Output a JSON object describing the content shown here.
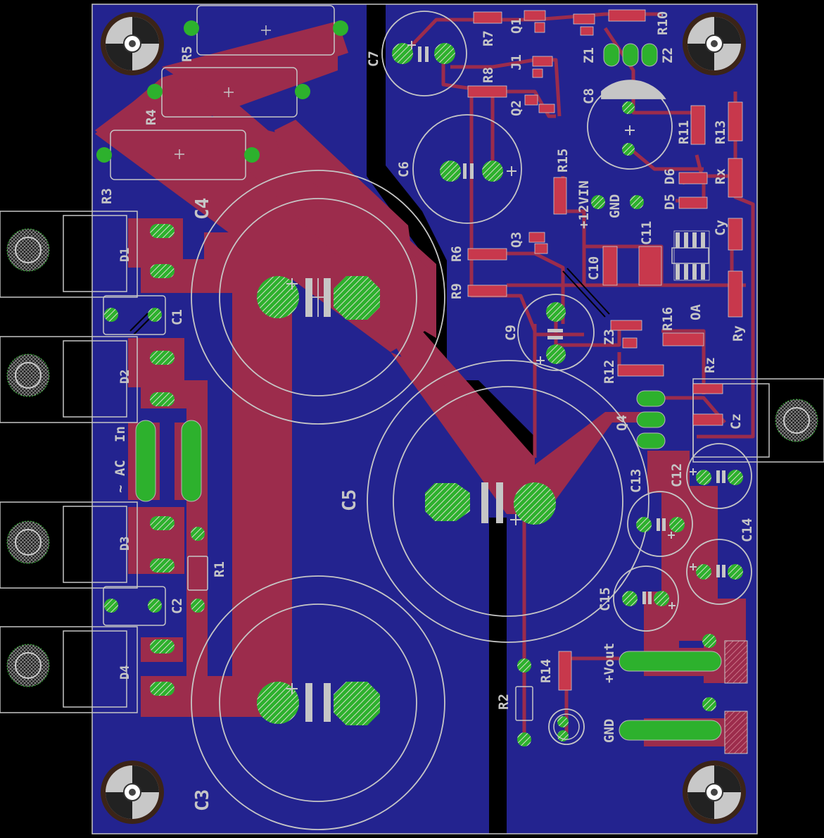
{
  "colors": {
    "background": "#000000",
    "bottom_layer": "#23238f",
    "top_layer": "#9c2c4c",
    "silkscreen": "#c6c6c6",
    "pad": "#2db12d",
    "pad_hatch": "#dfe0d5",
    "smd_pad": "#b8344a"
  },
  "labels": {
    "R5": "R5",
    "R4": "R4",
    "R3": "R3",
    "C4": "C4",
    "D1": "D1",
    "C1": "C1",
    "D2": "D2",
    "In": "In",
    "AC": "AC",
    "tilde": "~",
    "D3": "D3",
    "R1": "R1",
    "C2": "C2",
    "D4": "D4",
    "C3": "C3",
    "C5": "C5",
    "C6": "C6",
    "C7": "C7",
    "R7": "R7",
    "Q1": "Q1",
    "R8": "R8",
    "J1": "J1",
    "Q2": "Q2",
    "R15": "R15",
    "V12": "+12VIN",
    "GND_in": "GND",
    "Z1": "Z1",
    "R10": "R10",
    "Z2": "Z2",
    "C8": "C8",
    "R11": "R11",
    "R13": "R13",
    "D6": "D6",
    "D5": "D5",
    "Rx": "Rx",
    "C11": "C11",
    "Cy": "Cy",
    "C10": "C10",
    "R6": "R6",
    "Q3": "Q3",
    "R9": "R9",
    "OA": "OA",
    "Ry": "Ry",
    "R16": "R16",
    "C9": "C9",
    "Z3": "Z3",
    "R12": "R12",
    "Rz": "Rz",
    "Q4": "Q4",
    "Cz": "Cz",
    "C13": "C13",
    "C12": "C12",
    "C14": "C14",
    "C15": "C15",
    "R14": "R14",
    "R2": "R2",
    "Vout": "+Vout",
    "GND_out": "GND"
  }
}
